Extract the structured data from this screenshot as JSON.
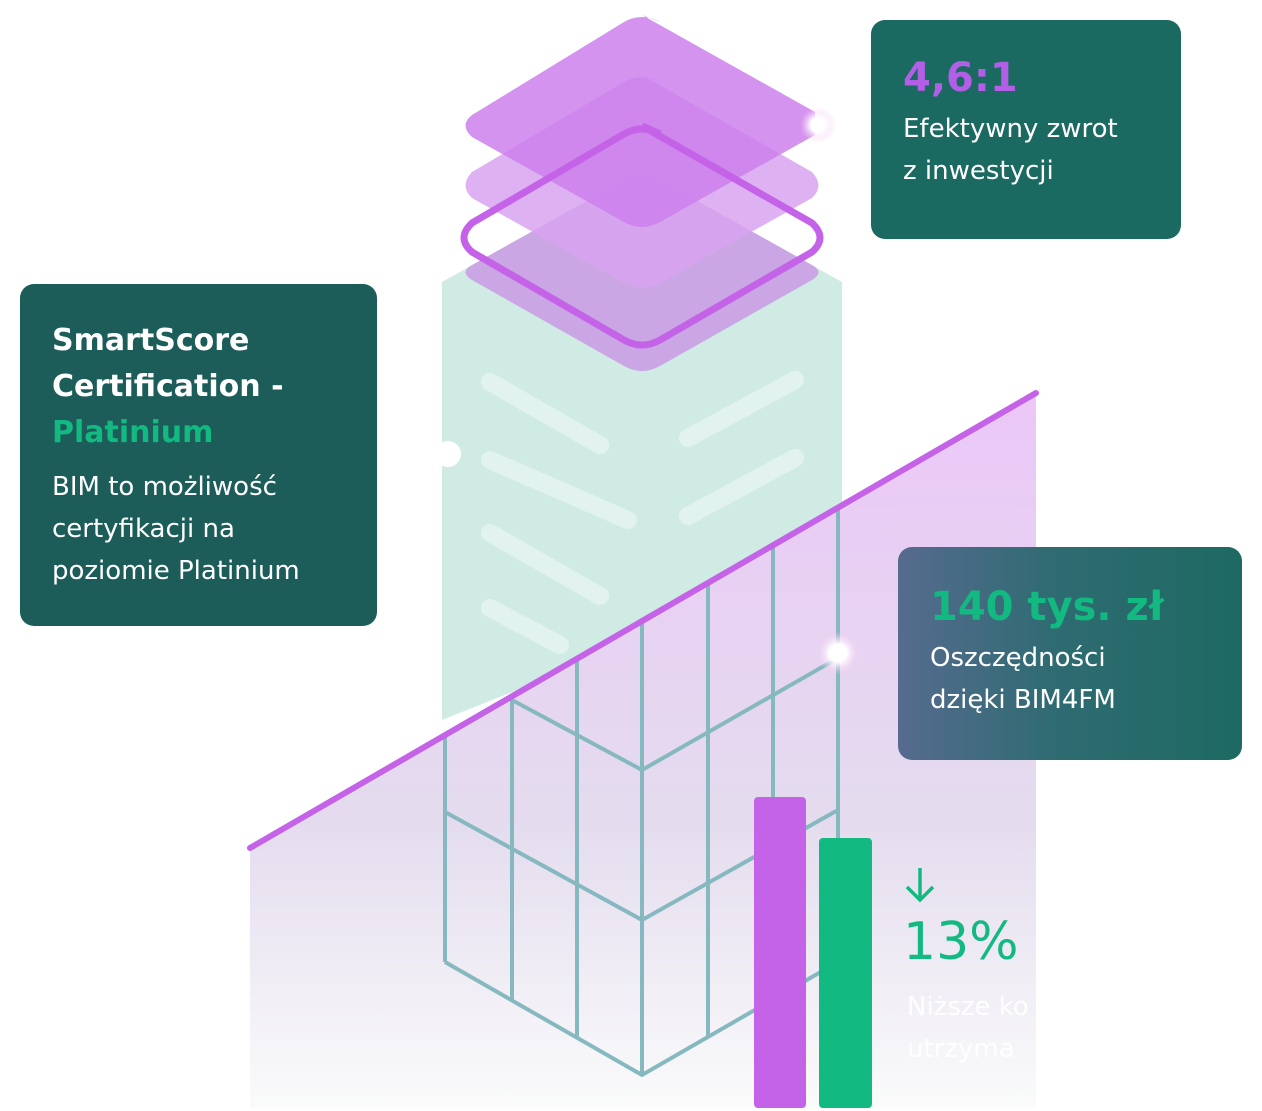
{
  "cards": {
    "roi": {
      "value": "4,6:1",
      "label_line1": "Efektywny zwrot",
      "label_line2": "z inwestycji"
    },
    "certification": {
      "title_line1": "SmartScore",
      "title_line2": "Certification -",
      "title_highlight": "Platinium",
      "desc_line1": "BIM to możliwość",
      "desc_line2": "certyfikacji na",
      "desc_line3": "poziomie Platinium"
    },
    "savings": {
      "value": "140 tys. zł",
      "label_line1": "Oszczędności",
      "label_line2": "dzięki BIM4FM"
    }
  },
  "stat": {
    "icon": "arrow-down-icon",
    "value": "13%",
    "desc_line1": "Niższe ko",
    "desc_line2": "utrzyma"
  },
  "colors": {
    "purple": "#c462e8",
    "green": "#12b981",
    "card": "#1b6a61",
    "value_purple": "#b35ee6"
  }
}
